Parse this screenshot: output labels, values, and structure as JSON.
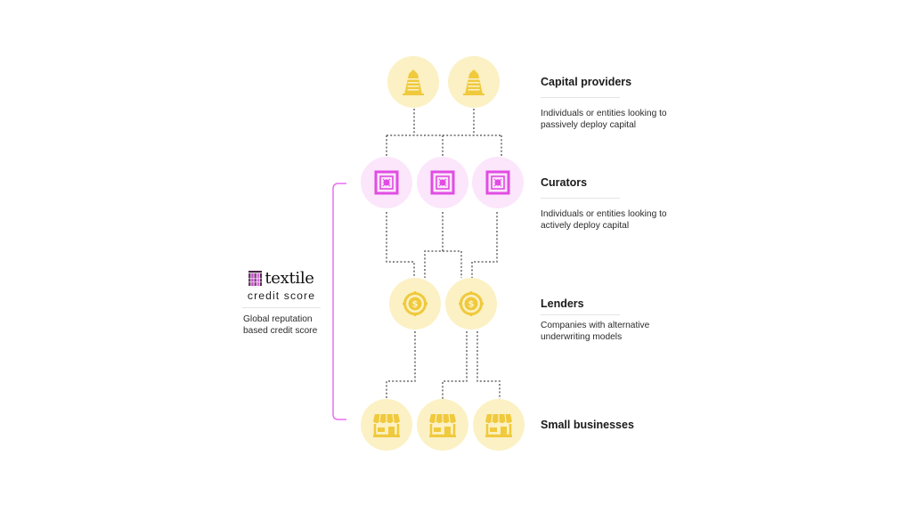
{
  "colors": {
    "yellow_circle": "#fbf1c4",
    "yellow_icon": "#f0c93c",
    "pink_circle": "#fbe6fb",
    "pink_icon": "#e14ce3",
    "bracket": "#ea6ef0",
    "connector": "#666666"
  },
  "tiers": [
    {
      "label": "Capital providers",
      "description": "Individuals or entities looking to passively deploy capital",
      "icon": "building-icon",
      "count": 2
    },
    {
      "label": "Curators",
      "description": "Individuals or entities looking to actively deploy capital",
      "icon": "vault-icon",
      "count": 3
    },
    {
      "label": "Lenders",
      "description": "Companies with alternative underwriting models",
      "icon": "dollar-coin-icon",
      "count": 2
    },
    {
      "label": "Small businesses",
      "description": "",
      "icon": "storefront-icon",
      "count": 3
    }
  ],
  "brand": {
    "name": "textile",
    "subtitle": "credit score",
    "description": "Global reputation based credit score",
    "icon": "textile-logo-icon"
  }
}
